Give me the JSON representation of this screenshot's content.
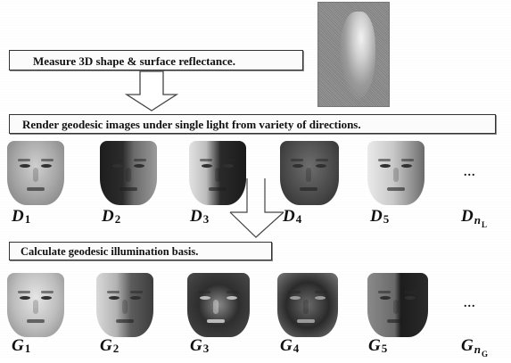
{
  "steps": {
    "measure": "Measure 3D shape & surface reflectance.",
    "render": "Render geodesic images under single light from variety of directions.",
    "calculate": "Calculate geodesic illumination basis."
  },
  "row_d": {
    "letter": "D",
    "items": [
      {
        "sub": "1"
      },
      {
        "sub": "2"
      },
      {
        "sub": "3"
      },
      {
        "sub": "4"
      },
      {
        "sub": "5"
      }
    ],
    "last": {
      "letter": "D",
      "sub": "n",
      "subsub": "L"
    },
    "ellipsis": "..."
  },
  "row_g": {
    "letter": "G",
    "items": [
      {
        "sub": "1"
      },
      {
        "sub": "2"
      },
      {
        "sub": "3"
      },
      {
        "sub": "4"
      },
      {
        "sub": "5"
      }
    ],
    "last": {
      "letter": "G",
      "sub": "n",
      "subsub": "G"
    },
    "ellipsis": "..."
  }
}
